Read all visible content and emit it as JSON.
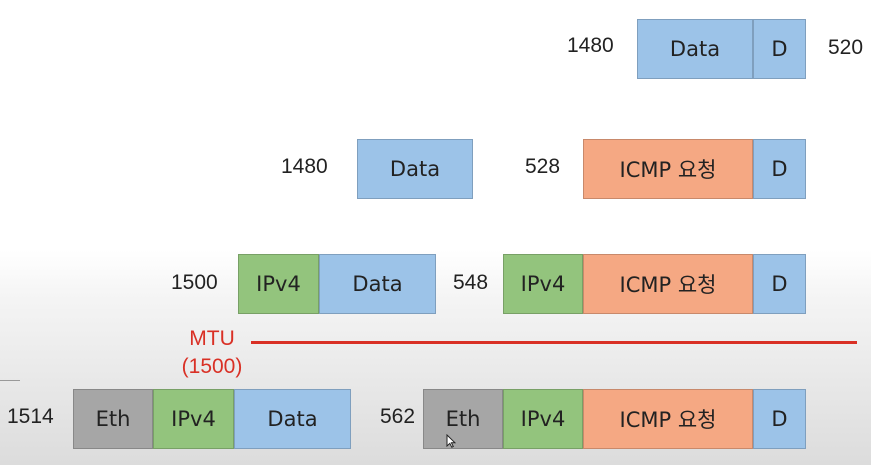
{
  "rows": [
    {
      "labels": [
        "1480",
        "520"
      ],
      "boxes": [
        "Data",
        "D"
      ]
    },
    {
      "labels": [
        "1480",
        "528"
      ],
      "boxes": [
        "Data",
        "ICMP 요청",
        "D"
      ]
    },
    {
      "labels": [
        "1500",
        "548"
      ],
      "boxes": [
        "IPv4",
        "Data",
        "IPv4",
        "ICMP 요청",
        "D"
      ]
    },
    {
      "labels": [
        "1514",
        "562"
      ],
      "boxes": [
        "Eth",
        "IPv4",
        "Data",
        "Eth",
        "IPv4",
        "ICMP 요청",
        "D"
      ]
    }
  ],
  "mtu": {
    "label": "MTU",
    "value": "(1500)",
    "color": "#d93025"
  },
  "colors": {
    "data": "#9cc3e8",
    "icmp": "#f5a883",
    "ipv4": "#93c47d",
    "eth": "#a6a6a6"
  }
}
